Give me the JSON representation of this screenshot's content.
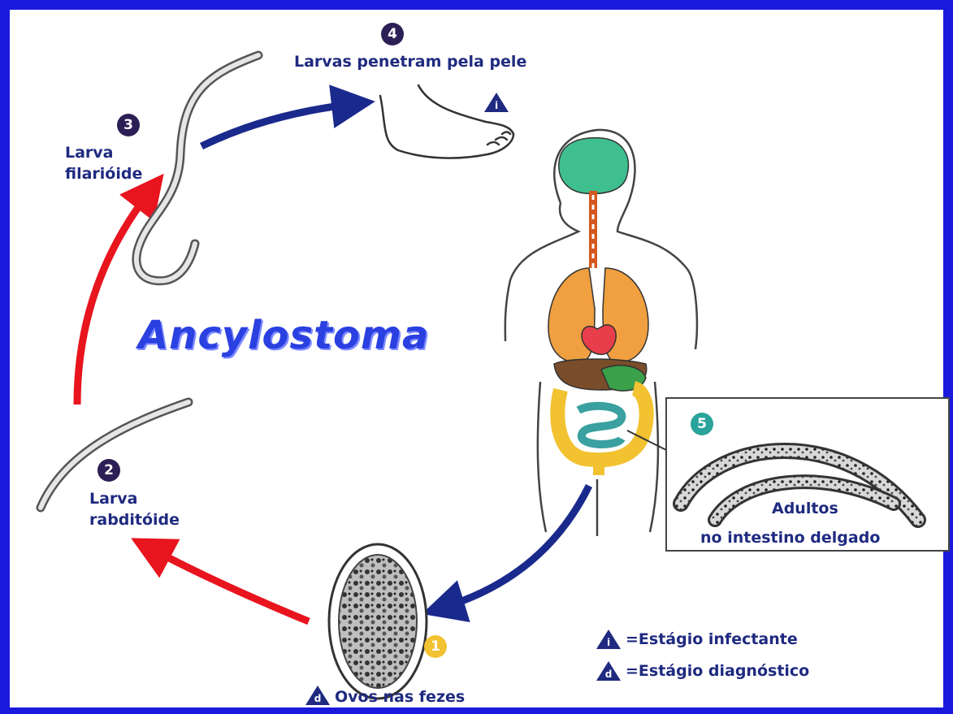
{
  "title": "Ancylostoma",
  "stages": [
    {
      "number": "1",
      "label": "Ovos nas fezes",
      "color": "#f2c230"
    },
    {
      "number": "2",
      "label_line1": "Larva",
      "label_line2": "rabditóide",
      "color": "#2b1f55"
    },
    {
      "number": "3",
      "label_line1": "Larva",
      "label_line2": "filarióide",
      "color": "#2b1f55"
    },
    {
      "number": "4",
      "label": "Larvas penetram pela pele",
      "color": "#2b1f55"
    },
    {
      "number": "5",
      "label_line1": "Adultos",
      "label_line2": "no intestino delgado",
      "color": "#2aa39b"
    }
  ],
  "legend": {
    "infective": "=Estágio infectante",
    "diagnostic": "=Estágio diagnóstico",
    "infective_symbol": "i",
    "diagnostic_symbol": "d"
  },
  "colors": {
    "frame": "#1a1adc",
    "text": "#1f2a80",
    "arrow_red": "#e8141e",
    "arrow_blue": "#1a2a8c"
  }
}
